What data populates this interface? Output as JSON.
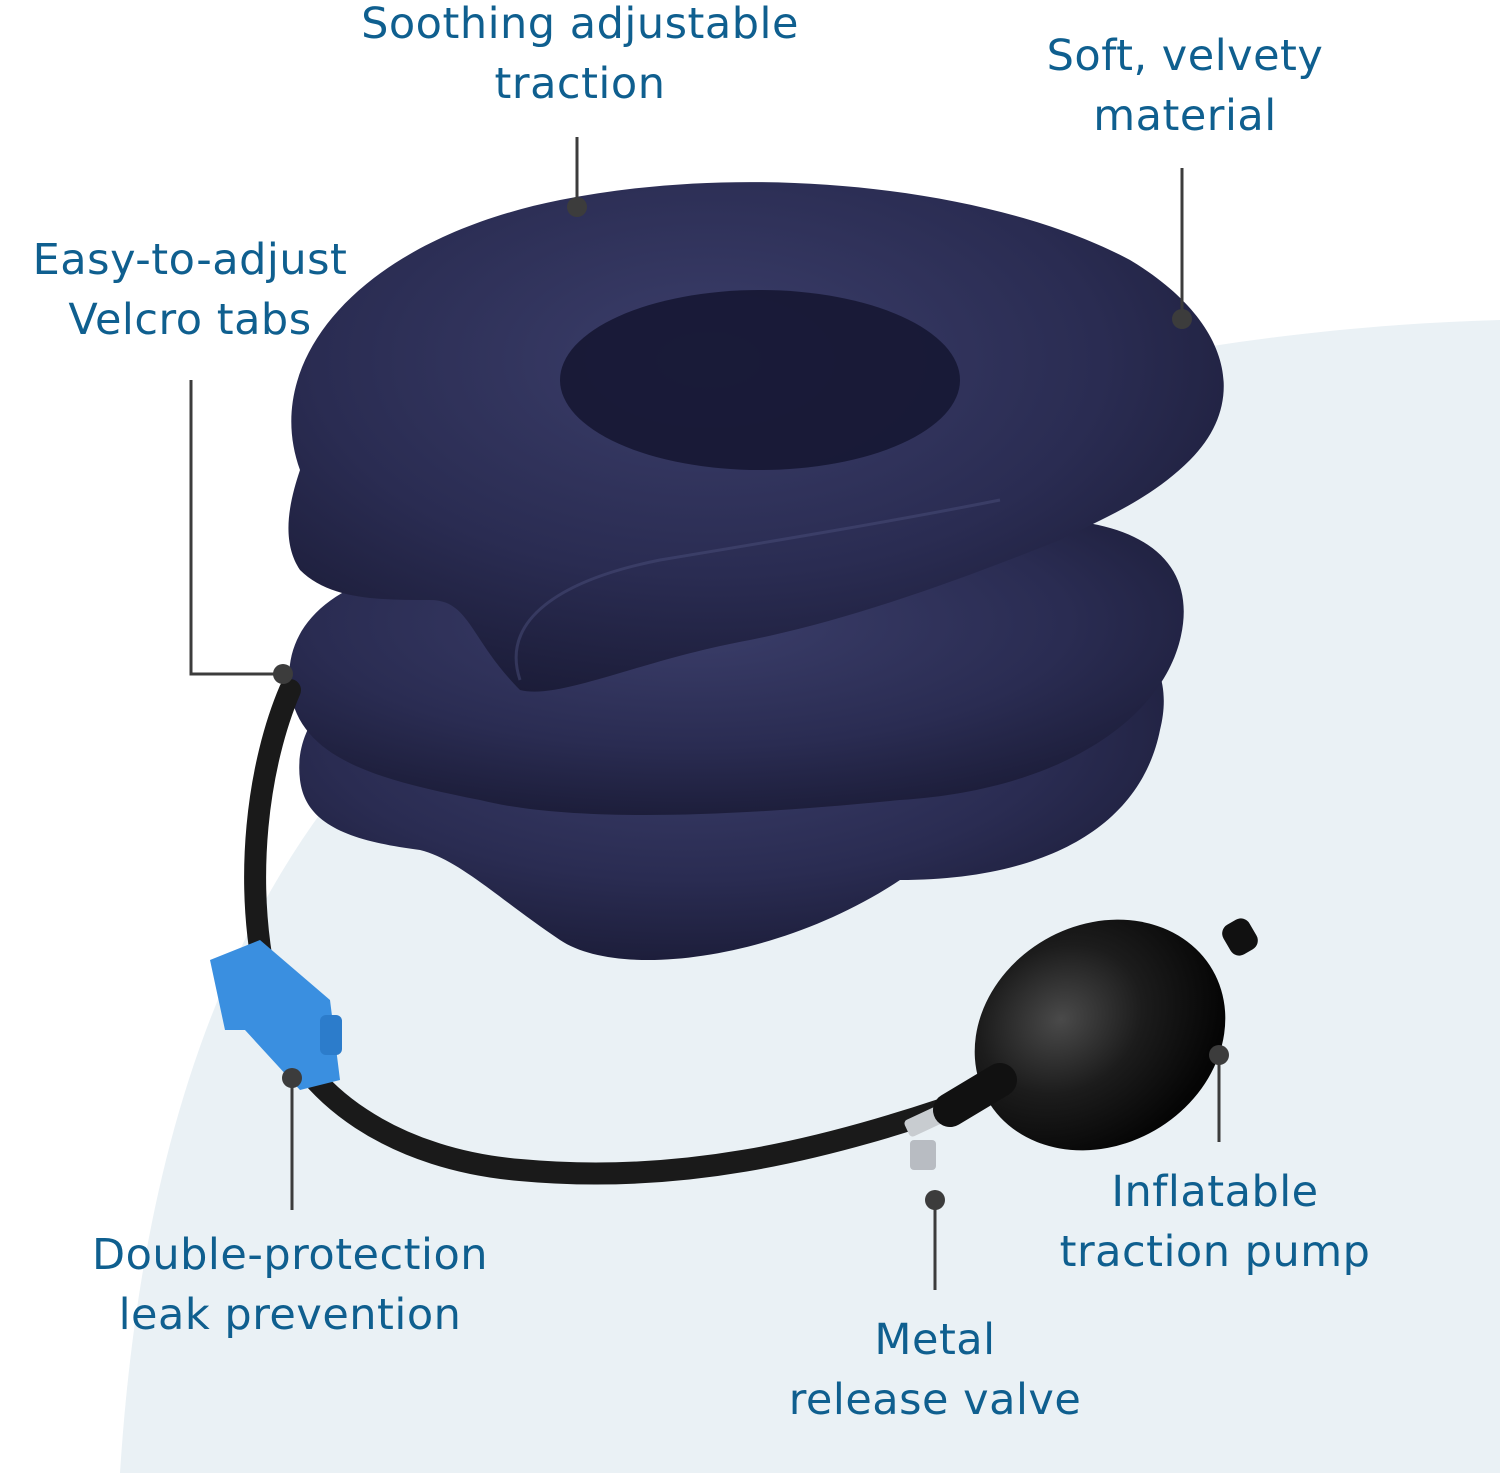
{
  "colors": {
    "label_text": "#0f5f8f",
    "leader_line": "#3c3c3c",
    "background_white": "#ffffff",
    "background_tint": "#eaf1f5",
    "pillow_navy": "#2a2c52",
    "clip_blue": "#3a8fe0",
    "pump_black": "#151515"
  },
  "callouts": [
    {
      "id": "traction",
      "line1": "Soothing adjustable",
      "line2": "traction"
    },
    {
      "id": "material",
      "line1": "Soft, velvety",
      "line2": "material"
    },
    {
      "id": "velcro",
      "line1": "Easy-to-adjust",
      "line2": "Velcro tabs"
    },
    {
      "id": "leak",
      "line1": "Double-protection",
      "line2": "leak prevention"
    },
    {
      "id": "pump",
      "line1": "Inflatable",
      "line2": "traction pump"
    },
    {
      "id": "valve",
      "line1": "Metal",
      "line2": "release valve"
    }
  ]
}
